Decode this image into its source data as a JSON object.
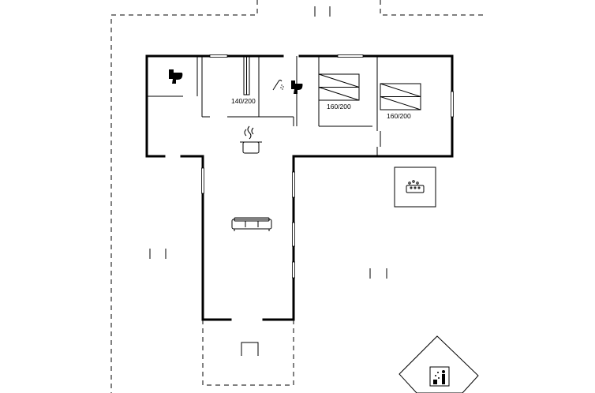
{
  "plan": {
    "bed_labels": [
      "140/200",
      "160/200",
      "160/200"
    ]
  },
  "icons": {
    "toilet": "toilet-icon",
    "shower": "shower-icon",
    "stove": "cooking-pot-icon",
    "sofa": "sofa-icon",
    "hot_tub": "hot-tub-icon",
    "sauna": "sauna-icon",
    "bed": "bed-icon"
  }
}
